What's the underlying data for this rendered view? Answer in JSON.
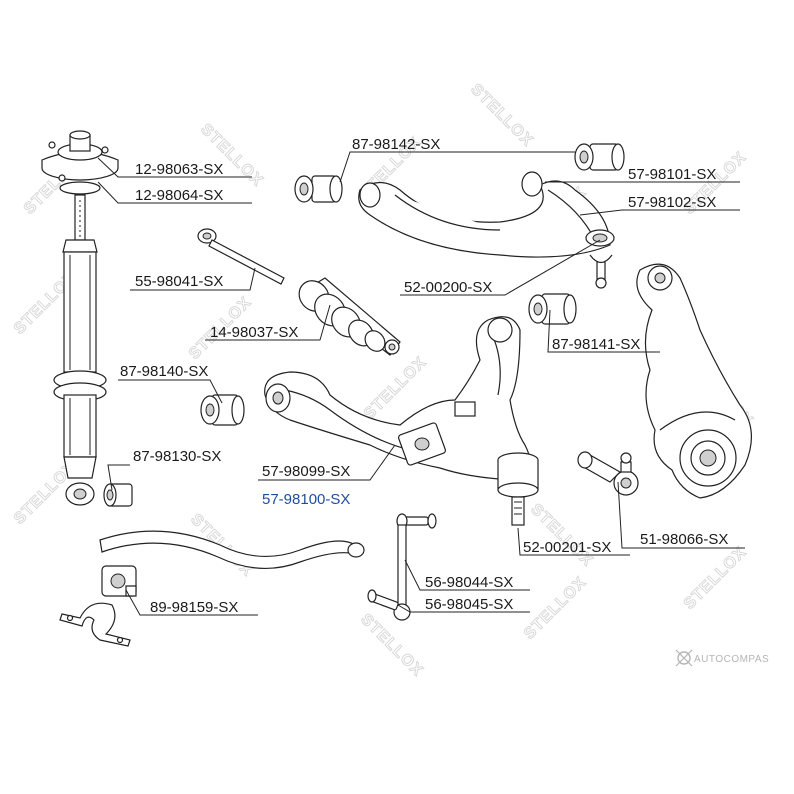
{
  "watermark": {
    "text": "STELLOX"
  },
  "brand": {
    "text": "AUTOCOMPAS"
  },
  "labels": {
    "p1": "12-98063-SX",
    "p2": "12-98064-SX",
    "p3": "87-98142-SX",
    "p4": "57-98101-SX",
    "p5": "57-98102-SX",
    "p6": "55-98041-SX",
    "p7": "52-00200-SX",
    "p8": "14-98037-SX",
    "p9": "87-98141-SX",
    "p10": "87-98140-SX",
    "p11": "87-98130-SX",
    "p12": "57-98099-SX",
    "p13": "57-98100-SX",
    "p14": "52-00201-SX",
    "p15": "51-98066-SX",
    "p16": "56-98044-SX",
    "p17": "56-98045-SX",
    "p18": "89-98159-SX"
  },
  "colors": {
    "highlight": "#1f4e9e",
    "text": "#1a1a1a",
    "watermark": "#d6d6d6"
  }
}
